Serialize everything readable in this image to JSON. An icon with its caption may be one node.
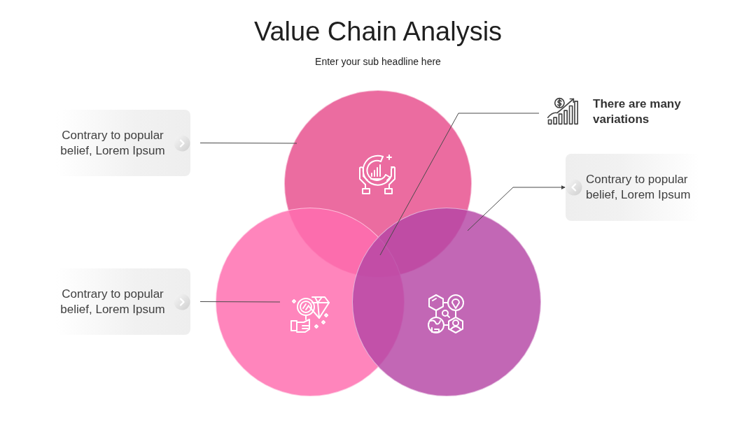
{
  "diagram": {
    "title": "Value Chain Analysis",
    "nodes": [
      {
        "text": [],
        "shape": "circle"
      },
      {
        "text": [],
        "shape": "circle"
      },
      {
        "text": [],
        "shape": "circle"
      },
      {
        "text": [
          "Contrary to popular belief, Lorem Ipsum"
        ]
      },
      {
        "text": [
          "There are many variations"
        ]
      },
      {
        "text": [
          "Contrary to popular belief, Lorem Ipsum"
        ]
      },
      {
        "text": [
          "Contrary to popular belief, Lorem Ipsum"
        ]
      }
    ],
    "edges": [
      {
        "from": 3,
        "to": 0,
        "arrow": "none"
      },
      {
        "from": 4,
        "to": 0,
        "arrow": "none"
      },
      {
        "from": 2,
        "to": 5,
        "arrow": "to"
      },
      {
        "from": 6,
        "to": 1,
        "arrow": "none"
      }
    ],
    "labels": [
      "Enter your sub headline here"
    ]
  }
}
